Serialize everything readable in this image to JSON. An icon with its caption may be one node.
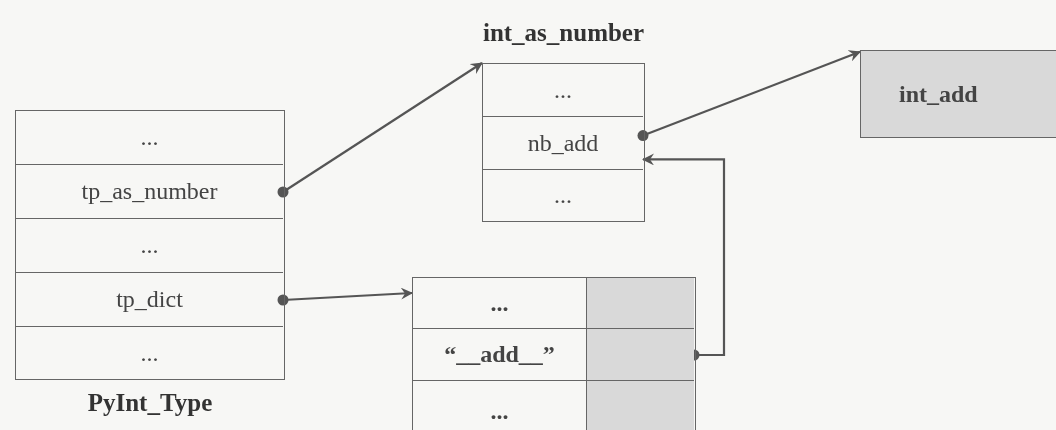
{
  "diagram": {
    "nodes": [
      {
        "text": [
          "PyInt_Type"
        ]
      },
      {
        "text": [
          "..."
        ],
        "in": 0
      },
      {
        "text": [
          "tp_as_number"
        ],
        "in": 0
      },
      {
        "text": [
          "..."
        ],
        "in": 0
      },
      {
        "text": [
          "tp_dict"
        ],
        "in": 0
      },
      {
        "text": [
          "..."
        ],
        "in": 0
      },
      {
        "text": [
          "int_as_number"
        ]
      },
      {
        "text": [
          "..."
        ],
        "in": 6
      },
      {
        "text": [
          "nb_add"
        ],
        "in": 6
      },
      {
        "text": [
          "..."
        ],
        "in": 6
      },
      {
        "text": [
          "int_add"
        ]
      },
      {
        "text": [],
        "shape": "box"
      },
      {
        "text": [
          "..."
        ],
        "in": 11
      },
      {
        "text": [],
        "shape": "box",
        "in": 11
      },
      {
        "text": [
          "“__add__”"
        ],
        "in": 11
      },
      {
        "text": [],
        "shape": "box",
        "in": 11
      },
      {
        "text": [
          "..."
        ],
        "in": 11
      },
      {
        "text": [],
        "shape": "box",
        "in": 11
      }
    ],
    "edges": [
      {
        "from": 2,
        "to": 6,
        "arrow": "to"
      },
      {
        "from": 4,
        "to": 11,
        "arrow": "to"
      },
      {
        "from": 8,
        "to": 10,
        "arrow": "to"
      },
      {
        "from": 15,
        "to": 8,
        "arrow": "to"
      }
    ]
  }
}
